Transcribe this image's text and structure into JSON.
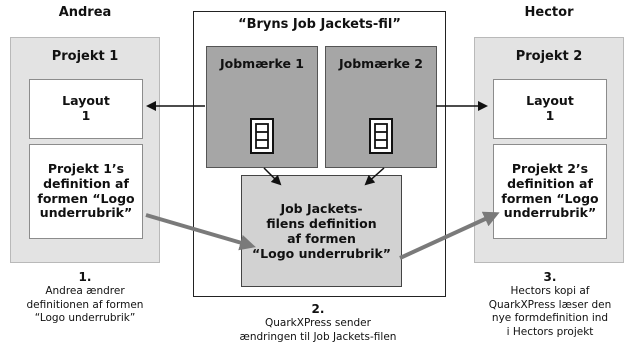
{
  "people": {
    "left": "Andrea",
    "right": "Hector"
  },
  "left_project": {
    "title": "Projekt 1",
    "layout": "Layout\n1",
    "definition": "Projekt 1’s\ndefinition af\nformen “Logo\nunderrubrik”"
  },
  "right_project": {
    "title": "Projekt 2",
    "layout": "Layout\n1",
    "definition": "Projekt 2’s\ndefinition af\nformen “Logo\nunderrubrik”"
  },
  "center": {
    "title": "“Bryns Job Jackets-fil”",
    "job_tags": [
      {
        "label": "Jobmærke 1",
        "icon": "document-icon"
      },
      {
        "label": "Jobmærke 2",
        "icon": "document-icon"
      }
    ],
    "definition": "Job Jackets-\nfilens definition\naf formen\n“Logo underrubrik”"
  },
  "captions": {
    "step1": {
      "num": "1.",
      "text": "Andrea ændrer\ndefinitionen af formen\n“Logo underrubrik”"
    },
    "step2": {
      "num": "2.",
      "text": "QuarkXPress sender\nændringen til Job Jackets-filen"
    },
    "step3": {
      "num": "3.",
      "text": "Hectors kopi af\nQuarkXPress læser den\nnye formdefinition ind\ni Hectors projekt"
    }
  },
  "colors": {
    "panel_gray": "#e3e3e3",
    "tag_gray": "#a6a6a6",
    "definition_gray": "#d2d2d2",
    "arrow_black": "#111111",
    "arrow_gray": "#7a7a7a"
  }
}
